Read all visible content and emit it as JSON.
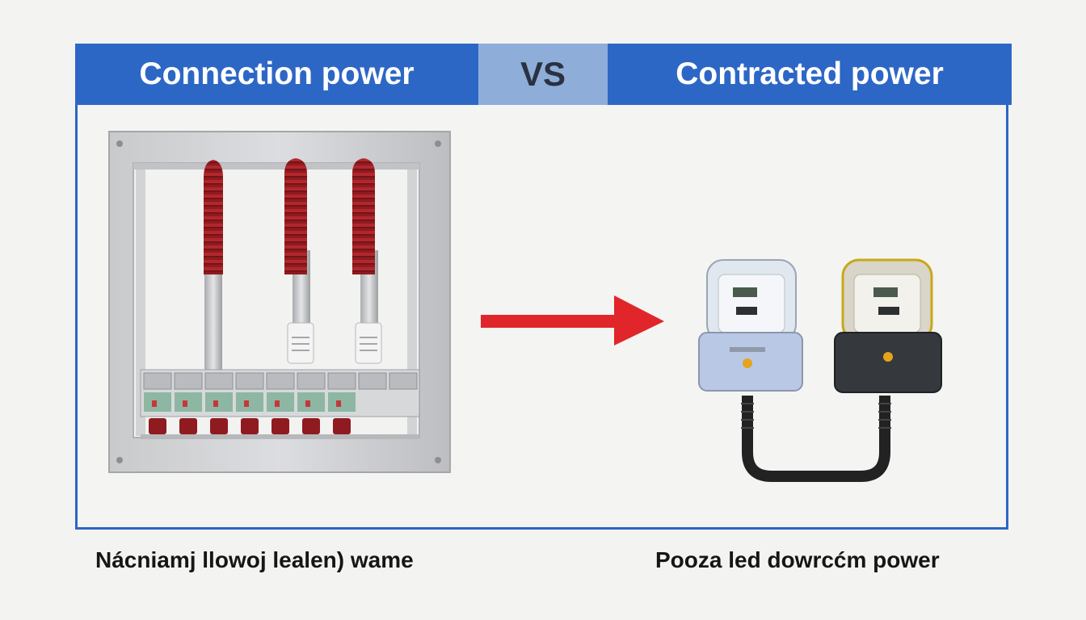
{
  "header": {
    "left_title": "Connection power",
    "vs_label": "VS",
    "right_title": "Contracted power"
  },
  "captions": {
    "left": "Nácniamj llowoj lealen) wame",
    "right": "Pooza led dowrcćm power"
  },
  "colors": {
    "header_blue": "#2d67c6",
    "vs_blue": "#8eaed9",
    "arrow_red": "#e0262a",
    "cable_red": "#9a1e22"
  }
}
